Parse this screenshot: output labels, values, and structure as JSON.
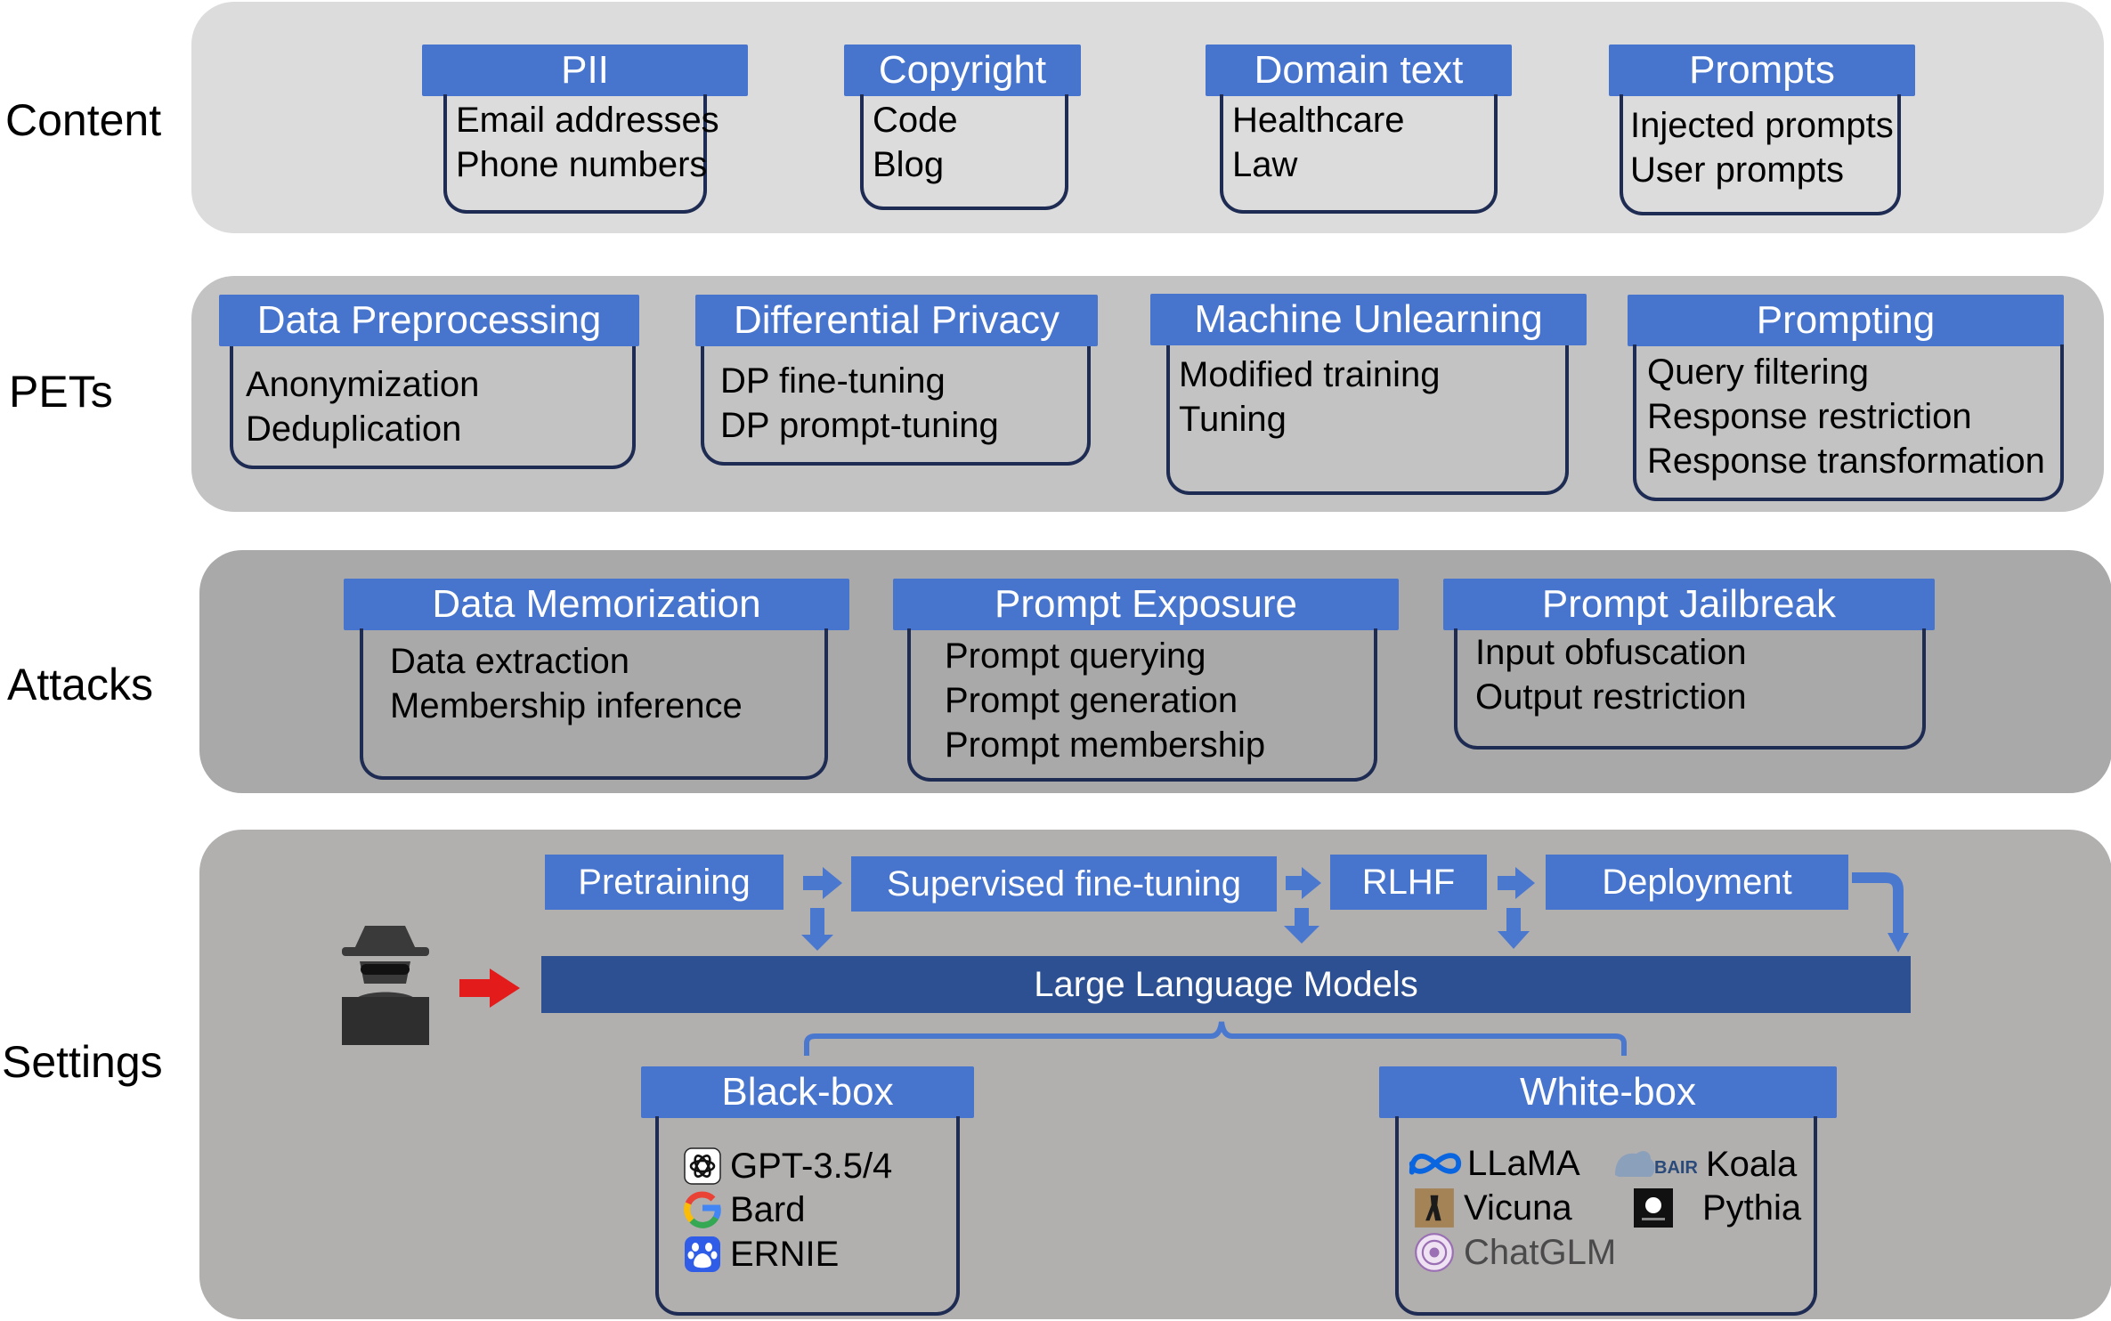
{
  "rows": {
    "content": "Content",
    "pets": "PETs",
    "attacks": "Attacks",
    "settings": "Settings"
  },
  "content": [
    {
      "title": "PII",
      "items": [
        "Email addresses",
        "Phone numbers"
      ]
    },
    {
      "title": "Copyright",
      "items": [
        "Code",
        "Blog"
      ]
    },
    {
      "title": "Domain text",
      "items": [
        "Healthcare",
        "Law"
      ]
    },
    {
      "title": "Prompts",
      "items": [
        "Injected prompts",
        "User prompts"
      ]
    }
  ],
  "pets": [
    {
      "title": "Data Preprocessing",
      "items": [
        "Anonymization",
        "Deduplication"
      ]
    },
    {
      "title": "Differential Privacy",
      "items": [
        "DP fine-tuning",
        "DP prompt-tuning"
      ]
    },
    {
      "title": "Machine Unlearning",
      "items": [
        "Modified training",
        "Tuning"
      ]
    },
    {
      "title": "Prompting",
      "items": [
        "Query filtering",
        "Response restriction",
        "Response transformation"
      ]
    }
  ],
  "attacks": [
    {
      "title": "Data Memorization",
      "items": [
        "Data extraction",
        "Membership inference"
      ]
    },
    {
      "title": "Prompt Exposure",
      "items": [
        "Prompt querying",
        "Prompt generation",
        "Prompt membership"
      ]
    },
    {
      "title": "Prompt Jailbreak",
      "items": [
        "Input obfuscation",
        "Output restriction"
      ]
    }
  ],
  "settings": {
    "stages": [
      "Pretraining",
      "Supervised fine-tuning",
      "RLHF",
      "Deployment"
    ],
    "llm": "Large Language Models",
    "black_box": {
      "title": "Black-box",
      "models": [
        "GPT-3.5/4",
        "Bard",
        "ERNIE"
      ]
    },
    "white_box": {
      "title": "White-box",
      "models": [
        "LLaMA",
        "Vicuna",
        "ChatGLM",
        "Koala",
        "Pythia"
      ],
      "bair_logo_text": "BAIR"
    }
  },
  "colors": {
    "band_light": "#dcdcdc",
    "band_mid": "#c3c3c3",
    "band_dark": "#a9a9a9",
    "header_blue": "#4774cd",
    "llm_bar": "#2c5091",
    "arrow_blue": "#4a78cf",
    "attacker_arrow": "#e31b1b"
  }
}
